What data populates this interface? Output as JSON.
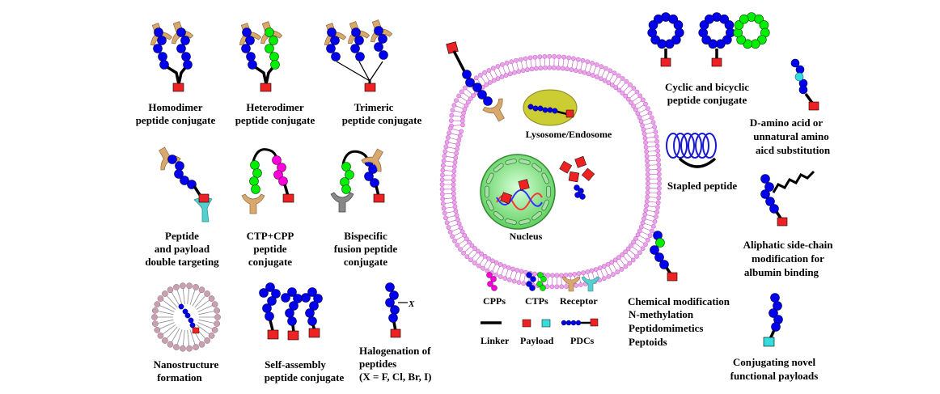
{
  "colors": {
    "cell_peptide": "#0000ee",
    "cpp": "#ff00dd",
    "alt_peptide": "#00ee00",
    "payload": "#ee2222",
    "payload_alt": "#33dddd",
    "receptor": "#d9a86c",
    "receptor_alt": "#55d0d0",
    "receptor_gray": "#888888",
    "membrane": "#cc66cc",
    "nucleus": "#77dd77",
    "lysosome": "#cccc33",
    "linker": "#000000",
    "helix": "#1a1ad0"
  },
  "labels": {
    "homodimer": [
      "Homodimer",
      "peptide conjugate"
    ],
    "heterodimer": [
      "Heterodimer",
      "peptide conjugate"
    ],
    "trimeric": [
      "Trimeric",
      "peptide conjugate"
    ],
    "double_targeting": [
      "Peptide",
      "and payload",
      "double targeting"
    ],
    "ctp_cpp": [
      "CTP+CPP",
      "peptide",
      "conjugate"
    ],
    "bispecific": [
      "Bispecific",
      "fusion peptide",
      "conjugate"
    ],
    "nanostructure": [
      "Nanostructure",
      "formation"
    ],
    "self_assembly": [
      "Self-assembly",
      "peptide conjugate"
    ],
    "halogenation": [
      "Halogenation of",
      "peptides",
      "(X = F, Cl, Br, I)"
    ],
    "halogen_symbol": "X",
    "lysosome": "Lysosome/Endosome",
    "nucleus": "Nucleus",
    "cyclic": [
      "Cyclic and bicyclic",
      "peptide conjugate"
    ],
    "d_amino": [
      "D-amino acid or",
      "unnatural amino",
      "aicd substitution"
    ],
    "stapled": "Stapled peptide",
    "aliphatic": [
      "Aliphatic side-chain",
      "modification for",
      "albumin binding"
    ],
    "chemical": [
      "Chemical modification",
      "N-methylation",
      "Peptidomimetics",
      "Peptoids"
    ],
    "novel_payloads": [
      "Conjugating novel",
      "functional payloads"
    ]
  },
  "legend": {
    "cpps": "CPPs",
    "ctps": "CTPs",
    "receptor": "Receptor",
    "linker": "Linker",
    "payload": "Payload",
    "pdcs": "PDCs"
  }
}
